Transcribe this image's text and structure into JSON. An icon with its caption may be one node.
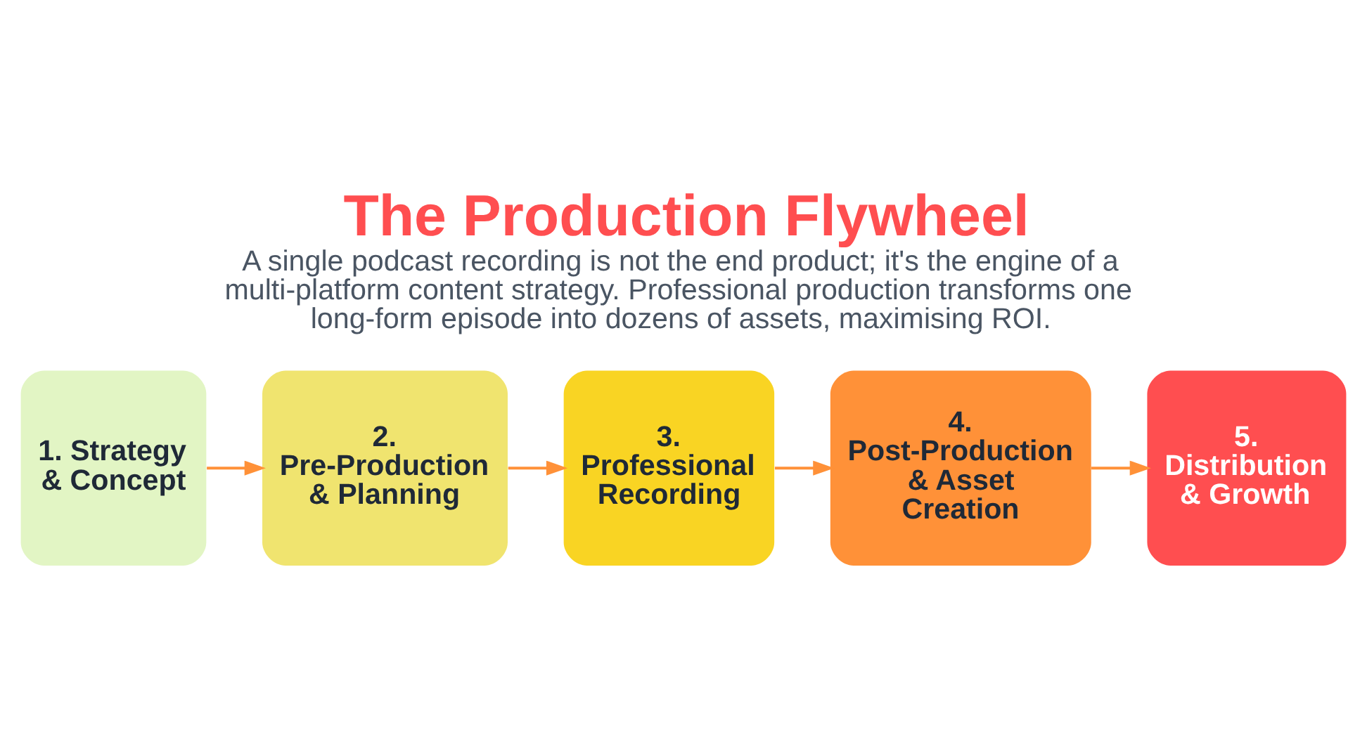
{
  "diagram": {
    "title": "The Production Flywheel",
    "caption": "A single podcast recording is not the end product; it's the engine of a multi-platform content strategy. Professional production transforms one long-form episode into dozens of assets, maximising ROI.",
    "nodes": [
      {
        "text": [
          "1. Strategy & Concept"
        ]
      },
      {
        "text": [
          "2. Pre-Production & Planning"
        ]
      },
      {
        "text": [
          "3. Professional Recording"
        ]
      },
      {
        "text": [
          "4. Post-Production & Asset Creation"
        ]
      },
      {
        "text": [
          "5. Distribution & Growth"
        ]
      }
    ],
    "edges": [
      {
        "from": 0,
        "to": 1,
        "arrow": "to"
      },
      {
        "from": 1,
        "to": 2,
        "arrow": "to"
      },
      {
        "from": 2,
        "to": 3,
        "arrow": "to"
      },
      {
        "from": 3,
        "to": 4,
        "arrow": "to"
      }
    ]
  }
}
